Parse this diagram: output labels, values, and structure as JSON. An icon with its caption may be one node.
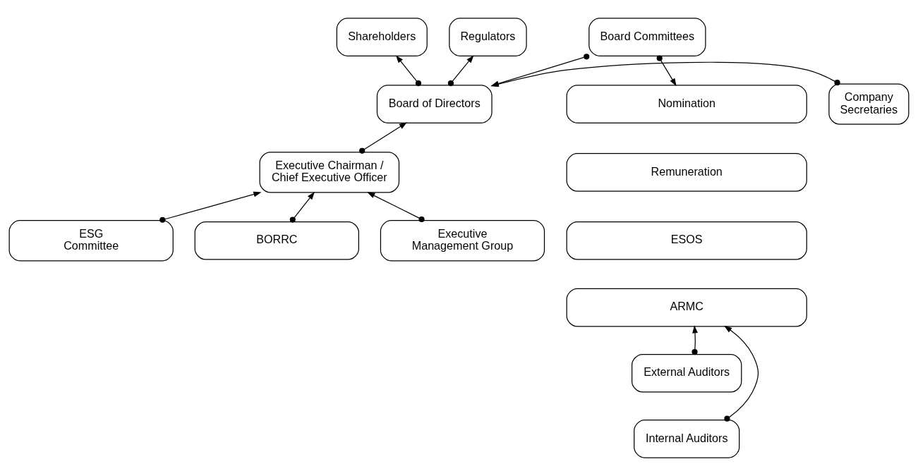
{
  "diagram": {
    "nodes": [
      {
        "text": [
          "Shareholders"
        ]
      },
      {
        "text": [
          "Regulators"
        ]
      },
      {
        "text": [
          "Board Committees"
        ]
      },
      {
        "text": [
          "Company Secretaries"
        ]
      },
      {
        "text": [
          "Board of Directors"
        ]
      },
      {
        "text": [
          "Nomination"
        ]
      },
      {
        "text": [
          "Remuneration"
        ]
      },
      {
        "text": [
          "ESOS"
        ]
      },
      {
        "text": [
          "Executive Chairman / Chief Executive Officer"
        ]
      },
      {
        "text": [
          "ARMC"
        ]
      },
      {
        "text": [
          "ESG Committee"
        ]
      },
      {
        "text": [
          "BORRC"
        ]
      },
      {
        "text": [
          "Executive Management Group"
        ]
      },
      {
        "text": [
          "External Auditors"
        ]
      },
      {
        "text": [
          "Internal Auditors"
        ]
      }
    ],
    "edges": [
      {
        "from": 4,
        "to": 0,
        "arrow": "to"
      },
      {
        "from": 4,
        "to": 1,
        "arrow": "to"
      },
      {
        "from": 3,
        "to": 4,
        "arrow": "to"
      },
      {
        "from": 2,
        "to": 4,
        "arrow": "to"
      },
      {
        "from": 2,
        "to": 5,
        "arrow": "to"
      },
      {
        "from": 8,
        "to": 4,
        "arrow": "to"
      },
      {
        "from": 10,
        "to": 8,
        "arrow": "to"
      },
      {
        "from": 11,
        "to": 8,
        "arrow": "to"
      },
      {
        "from": 12,
        "to": 8,
        "arrow": "to"
      },
      {
        "from": 13,
        "to": 9,
        "arrow": "to"
      },
      {
        "from": 14,
        "to": 9,
        "arrow": "to"
      }
    ]
  }
}
